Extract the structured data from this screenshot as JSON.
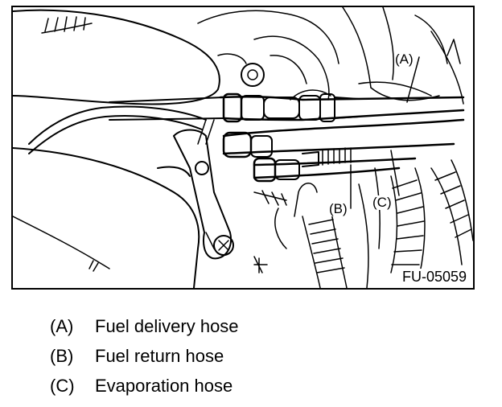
{
  "figure": {
    "id_label": "FU-05059",
    "callouts": {
      "a": "(A)",
      "b": "(B)",
      "c": "(C)"
    }
  },
  "legend": [
    {
      "key": "(A)",
      "text": "Fuel delivery hose"
    },
    {
      "key": "(B)",
      "text": "Fuel return hose"
    },
    {
      "key": "(C)",
      "text": "Evaporation hose"
    }
  ]
}
